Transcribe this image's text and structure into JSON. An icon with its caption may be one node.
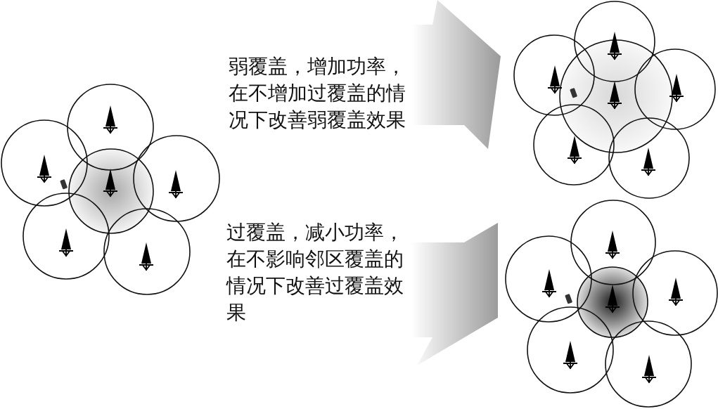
{
  "diagram": {
    "nodes": [
      {
        "text": [],
        "shape": "picture"
      },
      {
        "text": [],
        "shape": "picture"
      },
      {
        "text": [],
        "shape": "picture"
      }
    ],
    "edges": [
      {
        "from": 0,
        "to": 1,
        "arrow": "to",
        "label": "弱覆盖，增加功率，在不增加过覆盖的情况下改善弱覆盖效果"
      },
      {
        "from": 0,
        "to": 2,
        "arrow": "to",
        "label": "过覆盖，减小功率，在不影响邻区覆盖的情况下改善过覆盖效果"
      }
    ]
  }
}
